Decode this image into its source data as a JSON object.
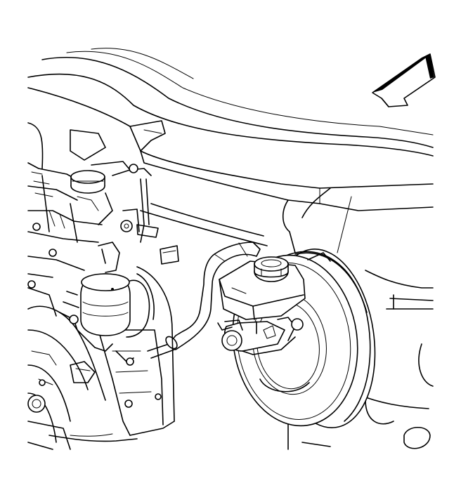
{
  "figure": {
    "type": "line-art technical illustration",
    "background_color": "#ffffff",
    "line_color": "#000000",
    "parts": [
      {
        "id": "body-panels",
        "icon": "hood-cowl-lines"
      },
      {
        "id": "direction-arrow",
        "icon": "front-arrow-icon"
      },
      {
        "id": "brake-booster",
        "icon": "booster-icon"
      },
      {
        "id": "master-cylinder",
        "icon": "master-cylinder-icon"
      },
      {
        "id": "brake-fluid-reservoir",
        "icon": "reservoir-cap-icon"
      },
      {
        "id": "vacuum-hose",
        "icon": "hose-icon"
      },
      {
        "id": "engine-assembly",
        "icon": "engine-icon"
      },
      {
        "id": "throttle-body",
        "icon": "throttle-body-icon"
      },
      {
        "id": "coolant-cap",
        "icon": "cap-icon"
      }
    ]
  }
}
